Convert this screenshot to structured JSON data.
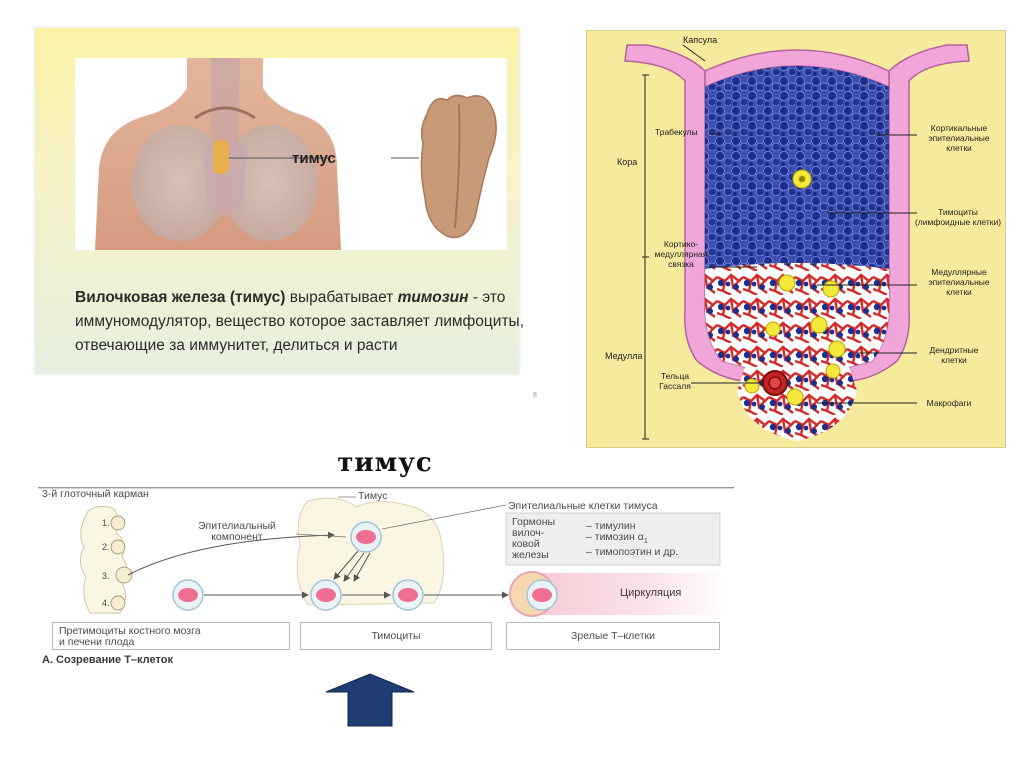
{
  "panel1": {
    "thymus_label": "тимус",
    "caption_bold1": "Вилочковая железа (тимус)",
    "caption_normal1": " вырабатывает ",
    "caption_bold_italic": "тимозин",
    "caption_normal2": " - это иммуномодулятор, вещество которое заставляет лимфоциты, отвечающие за иммунитет, делиться и расти",
    "page_mark": "8"
  },
  "panel2": {
    "capsule": "Капсула",
    "trabeculae": "Трабекулы",
    "cortex": "Кора",
    "cortico_1": "Кортико-",
    "cortico_2": "медуллярная",
    "cortico_3": "связка",
    "medulla": "Медулла",
    "hassall_1": "Тельца",
    "hassall_2": "Гассаля",
    "cortical_epi_1": "Кортикальные",
    "cortical_epi_2": "эпителиальные",
    "cortical_epi_3": "клетки",
    "thymocytes_1": "Тимоциты",
    "thymocytes_2": "(лимфоидные клетки)",
    "medullary_epi_1": "Медуллярные",
    "medullary_epi_2": "эпителиальные",
    "medullary_epi_3": "клетки",
    "dendritic_1": "Дендритные",
    "dendritic_2": "клетки",
    "macrophages": "Макрофаги"
  },
  "title": "тимус",
  "panel3": {
    "pouch": "3-й глоточный карман",
    "thymus": "Тимус",
    "epithelial_cells": "Эпителиальные клетки тимуса",
    "epi_component_1": "Эпителиальный",
    "epi_component_2": "компонент",
    "hormones_1": "Гормоны",
    "hormones_2": "вилоч-",
    "hormones_3": "ковой",
    "hormones_4": "железы",
    "hormone_a": "– тимулин",
    "hormone_b": "– тимозин α",
    "hormone_b_sub": "1",
    "hormone_c": "– тимопоэтин и др.",
    "n1": "1.",
    "n2": "2.",
    "n3": "3.",
    "n4": "4.",
    "circulation": "Циркуляция",
    "box1_l1": "Претимоциты костного мозга",
    "box1_l2": "и печени плода",
    "box2": "Тимоциты",
    "box3": "Зрелые Т–клетки",
    "footer": "А. Созревание Т–клеток"
  }
}
